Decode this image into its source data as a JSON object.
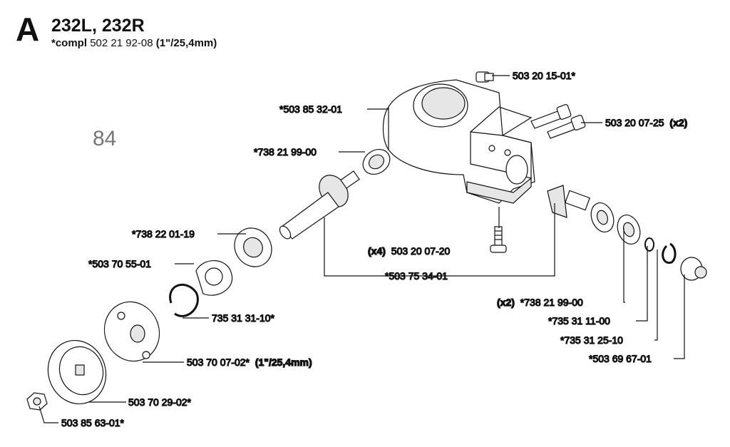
{
  "header": {
    "section_letter": "A",
    "title": "232L, 232R",
    "compl_prefix": "*compl",
    "compl_number": "502 21 92-08",
    "compl_size": "(1\"/25,4mm)"
  },
  "page_number": "84",
  "parts": [
    {
      "number": "503 20 15-01*",
      "prefix": ""
    },
    {
      "number": "*503 85 32-01",
      "prefix": ""
    },
    {
      "number": "503 20 07-25",
      "suffix": "(x2)"
    },
    {
      "number": "*738 21 99-00",
      "prefix": ""
    },
    {
      "number": "*738 22 01-19",
      "prefix": ""
    },
    {
      "number": "503 20 07-20",
      "prefix": "(x4)"
    },
    {
      "number": "*503 70 55-01",
      "prefix": ""
    },
    {
      "number": "*503 75 34-01",
      "prefix": ""
    },
    {
      "number": "*738 21 99-00",
      "prefix": "(x2)"
    },
    {
      "number": "735 31 31-10*",
      "prefix": ""
    },
    {
      "number": "*735 31 11-00",
      "prefix": ""
    },
    {
      "number": "*735 31 25-10",
      "prefix": ""
    },
    {
      "number": "503 70 07-02*",
      "suffix": "(1\"/25,4mm)"
    },
    {
      "number": "*503 69 67-01",
      "prefix": ""
    },
    {
      "number": "503 70 29-02*",
      "prefix": ""
    },
    {
      "number": "503 85 63-01*",
      "prefix": ""
    }
  ],
  "colors": {
    "line": "#111111",
    "fill": "#ffffff",
    "shade": "#e6e6e6",
    "page_number": "#777777"
  }
}
